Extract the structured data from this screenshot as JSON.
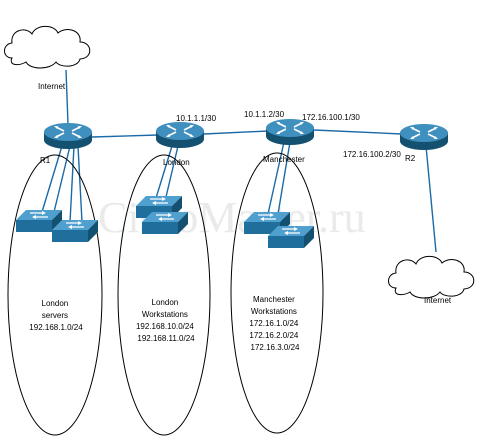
{
  "watermark": "CiscoMaster.ru",
  "clouds": {
    "left_label": "Internet",
    "right_label": "Internet"
  },
  "routers": {
    "r1": "R1",
    "london": "London",
    "manchester": "Manchester",
    "r2": "R2"
  },
  "addresses": {
    "london_wan": "10.1.1.1/30",
    "manchester_wan_left": "10.1.1.2/30",
    "manchester_wan_right": "172.16.100.1/30",
    "r2_wan": "172.16.100.2/30"
  },
  "segments": {
    "london_servers": {
      "lines": [
        "London",
        "servers",
        "192.168.1.0/24"
      ]
    },
    "london_workstations": {
      "lines": [
        "London",
        "Workstations",
        "192.168.10.0/24",
        "192.168.11.0/24"
      ]
    },
    "manchester_workstations": {
      "lines": [
        "Manchester",
        "Workstations",
        "172.16.1.0/24",
        "172.16.2.0/24",
        "172.16.3.0/24"
      ]
    }
  },
  "colors": {
    "device_blue": "#1f6e9c",
    "device_dark": "#14506f",
    "link_blue": "#1b6aa8",
    "outline": "#000000"
  }
}
